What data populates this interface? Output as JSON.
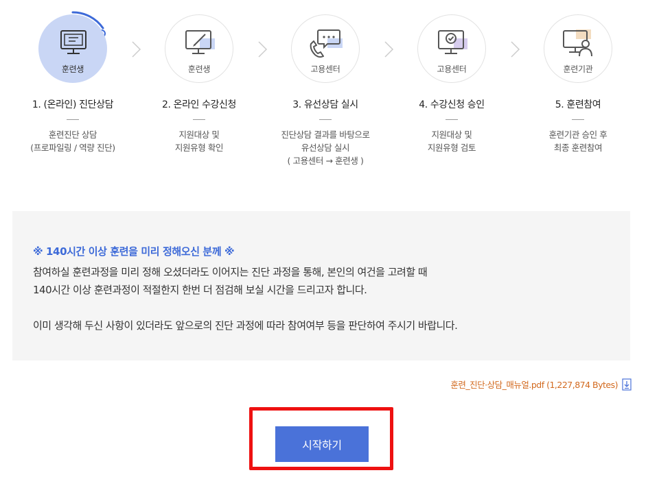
{
  "steps": [
    {
      "circle_label": "훈련생",
      "title": "1. (온라인) 진단상담",
      "desc": [
        "훈련진단 상담",
        "(프로파일링 / 역량 진단)"
      ],
      "active": true,
      "icon": "monitor-icon"
    },
    {
      "circle_label": "훈련생",
      "title": "2. 온라인 수강신청",
      "desc": [
        "지원대상 및",
        "지원유형 확인"
      ],
      "active": false,
      "icon": "monitor-pen-icon"
    },
    {
      "circle_label": "고용센터",
      "title": "3. 유선상담 실시",
      "desc": [
        "진단상담 결과를 바탕으로",
        "유선상담 실시",
        "( 고용센터 → 훈련생 )"
      ],
      "active": false,
      "icon": "phone-chat-icon"
    },
    {
      "circle_label": "고용센터",
      "title": "4. 수강신청 승인",
      "desc": [
        "지원대상 및",
        "지원유형 검토"
      ],
      "active": false,
      "icon": "monitor-check-icon"
    },
    {
      "circle_label": "훈련기관",
      "title": "5. 훈련참여",
      "desc": [
        "훈련기관 승인 후",
        "최종 훈련참여"
      ],
      "active": false,
      "icon": "monitor-person-icon"
    }
  ],
  "notice": {
    "title": "※ 140시간 이상 훈련을 미리 정해오신 분께 ※",
    "line1": "참여하실 훈련과정을 미리 정해 오셨더라도 이어지는 진단 과정을 통해, 본인의 여건을 고려할 때",
    "line2": "140시간 이상 훈련과정이 적절한지 한번 더 점검해 보실 시간을 드리고자 합니다.",
    "line3": "이미 생각해 두신 사항이 있더라도 앞으로의 진단 과정에 따라 참여여부 등을 판단하여 주시기 바랍니다."
  },
  "download": {
    "label": "훈련_진단·상담_매뉴얼.pdf (1,227,874 Bytes)",
    "icon": "download-icon"
  },
  "start_button": {
    "label": "시작하기"
  },
  "colors": {
    "accent": "#4a72d9",
    "active_circle": "#c9d6f5",
    "notice_title": "#3d6ad8",
    "download_link": "#d2691e",
    "highlight_border": "#ee1111"
  }
}
